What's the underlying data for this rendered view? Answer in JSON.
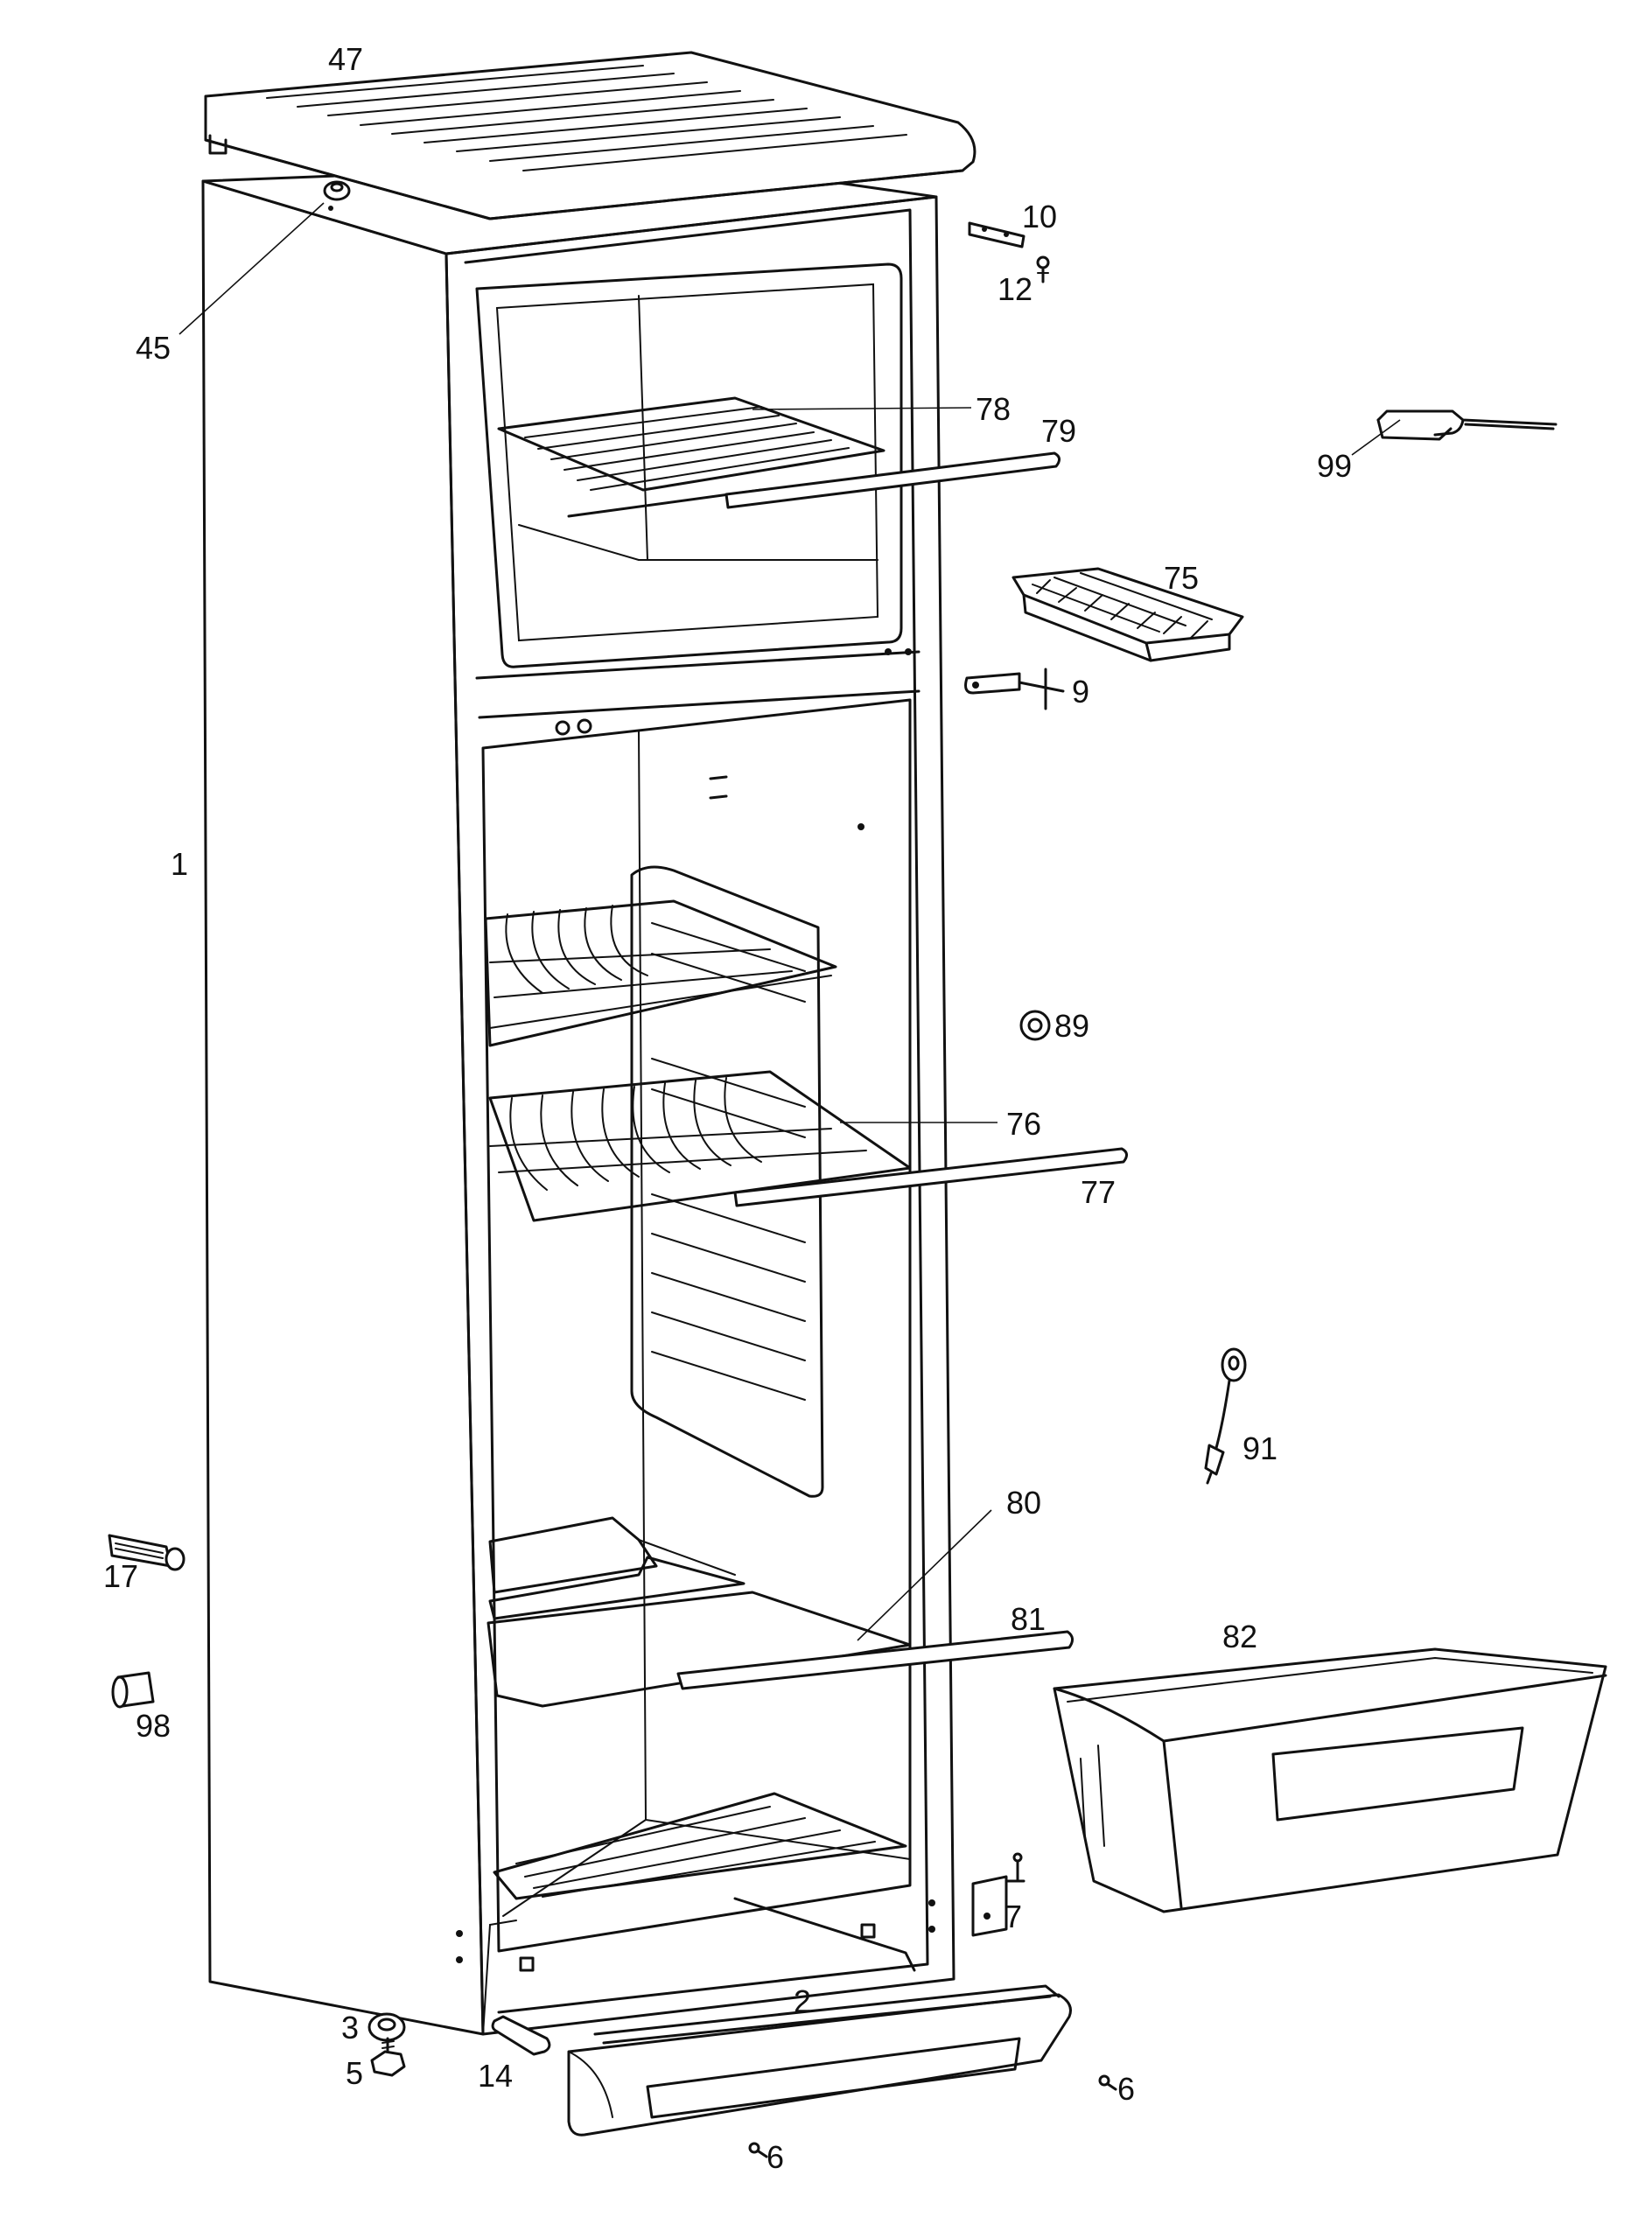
{
  "callouts": {
    "p1": "1",
    "p2": "2",
    "p3": "3",
    "p5": "5",
    "p6a": "6",
    "p6b": "6",
    "p7": "7",
    "p9": "9",
    "p10": "10",
    "p12": "12",
    "p14": "14",
    "p17": "17",
    "p45": "45",
    "p47": "47",
    "p75": "75",
    "p76": "76",
    "p77": "77",
    "p78": "78",
    "p79": "79",
    "p80": "80",
    "p81": "81",
    "p82": "82",
    "p89": "89",
    "p91": "91",
    "p98": "98",
    "p99": "99"
  }
}
